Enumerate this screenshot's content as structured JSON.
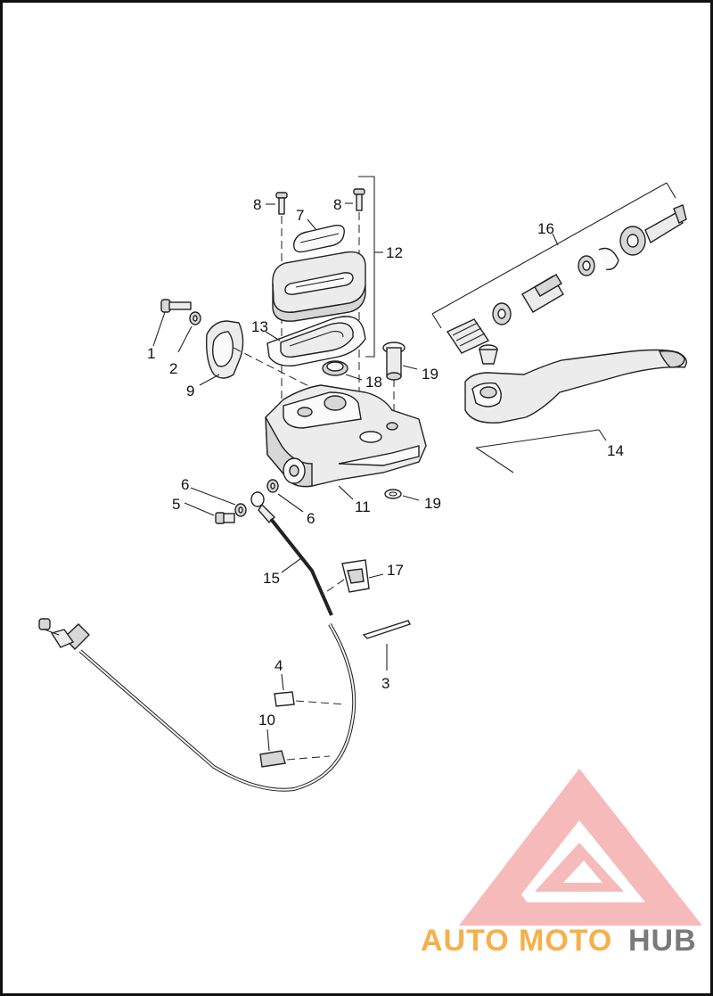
{
  "callouts": {
    "c1": "1",
    "c2": "2",
    "c3": "3",
    "c4": "4",
    "c5": "5",
    "c6a": "6",
    "c6b": "6",
    "c7": "7",
    "c8a": "8",
    "c8b": "8",
    "c9": "9",
    "c10": "10",
    "c11": "11",
    "c12": "12",
    "c13": "13",
    "c14": "14",
    "c15": "15",
    "c16": "16",
    "c17": "17",
    "c18": "18",
    "c19a": "19",
    "c19b": "19"
  },
  "watermark": {
    "part1": "AUTO",
    "part2": "MOTO",
    "part3": "HUB",
    "color_auto": "#f6b04a",
    "color_moto": "#f6b04a",
    "color_hub": "#7a7a7a",
    "logo_color": "#f08c8c"
  }
}
